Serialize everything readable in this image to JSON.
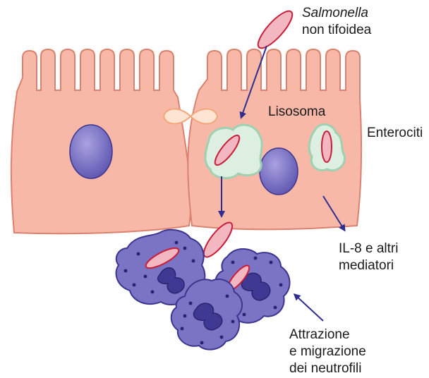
{
  "labels": {
    "salmonella_line1": "Salmonella",
    "salmonella_line2": "non tifoidea",
    "lysosome": "Lisosoma",
    "enterocytes": "Enterociti",
    "mediators_line1": "IL-8 e altri",
    "mediators_line2": "mediatori",
    "neutrophils_line1": "Attrazione",
    "neutrophils_line2": "e migrazione",
    "neutrophils_line3": "dei neutrofili"
  },
  "colors": {
    "enterocyte_fill": "#f8b8a8",
    "enterocyte_stroke": "#d9826f",
    "nucleus_fill": "#7f77c6",
    "lysosome_fill": "#dcefe0",
    "lysosome_stroke": "#9fd1b0",
    "bacterium_fill": "#f2b7c0",
    "bacterium_stroke": "#c81e3a",
    "neutrophil_fill": "#7b74c4",
    "neutrophil_stroke": "#3b358f",
    "arrow": "#2e2e8f",
    "junction": "#f2a77a"
  }
}
